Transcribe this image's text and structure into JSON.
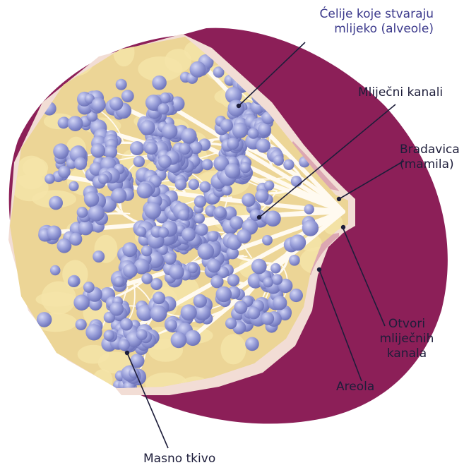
{
  "labels": {
    "alveoli_line1": "Ćelije koje stvaraju",
    "alveoli_line2": "mlijeko (alveole)",
    "ducts": "Mliječni kanali",
    "nipple_line1": "Bradavica",
    "nipple_line2": "(mamila)",
    "openings_line1": "Otvori",
    "openings_line2": "mliječnih",
    "openings_line3": "kanala",
    "areola": "Areola",
    "fat": "Masno tkivo"
  },
  "colors": {
    "skin": "#8c1f58",
    "fat": "#ecd596",
    "fat_blob": "#f5e4a8",
    "lining": "#f2ddd5",
    "areola": "#dca7b2",
    "duct": "#fffaf0",
    "alveolus": "#8e94d2",
    "alveolus_highlight": "#ccd0f2",
    "leader": "#1d1d3a"
  }
}
